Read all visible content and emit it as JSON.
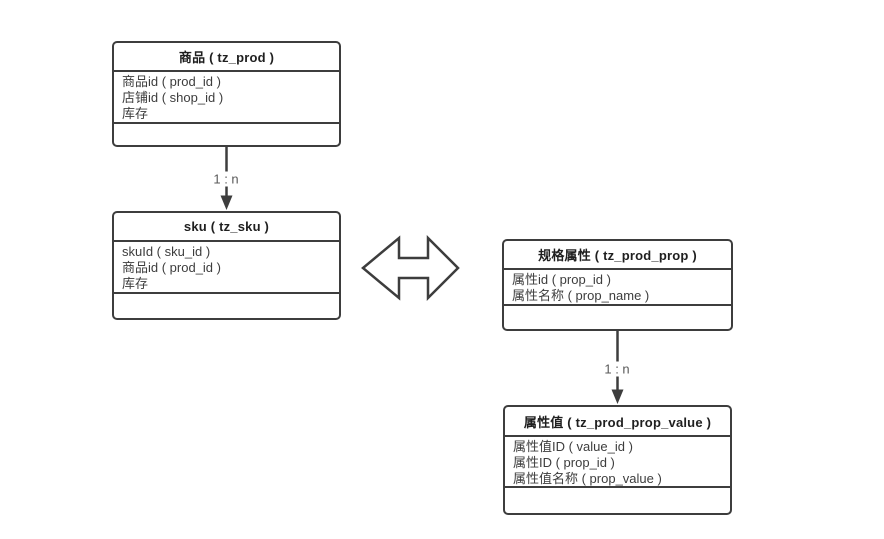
{
  "entities": [
    {
      "name": "prod",
      "title": "商品 ( tz_prod )",
      "fields": [
        "商品id ( prod_id )",
        "店铺id ( shop_id )",
        "库存"
      ]
    },
    {
      "name": "sku",
      "title": "sku ( tz_sku )",
      "fields": [
        "skuId ( sku_id )",
        "商品id ( prod_id )",
        "库存"
      ]
    },
    {
      "name": "prod_prop",
      "title": "规格属性 ( tz_prod_prop )",
      "fields": [
        "属性id ( prop_id )",
        "属性名称 ( prop_name )"
      ]
    },
    {
      "name": "prop_value",
      "title": "属性值 ( tz_prod_prop_value )",
      "fields": [
        "属性值ID ( value_id )",
        "属性ID ( prop_id )",
        "属性值名称 ( prop_value )"
      ]
    }
  ],
  "edges": [
    {
      "from": "prod",
      "to": "sku",
      "label": "1 : n"
    },
    {
      "from": "prod_prop",
      "to": "prop_value",
      "label": "1 : n"
    }
  ],
  "colors": {
    "border": "#3d3d3d",
    "title_text": "#1f1f1f",
    "field_text": "#3d3d3d",
    "edge_label_text": "#595959",
    "background": "#ffffff"
  }
}
